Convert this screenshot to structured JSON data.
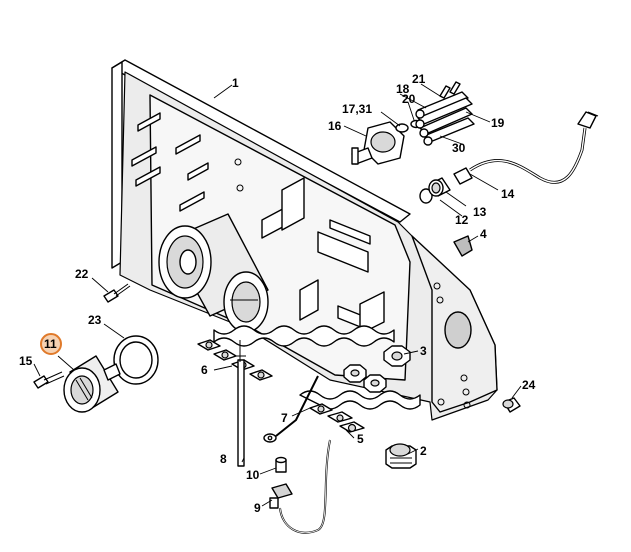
{
  "callouts": {
    "p1": "1",
    "p2": "2",
    "p3": "3",
    "p4": "4",
    "p5": "5",
    "p6": "6",
    "p7": "7",
    "p8": "8",
    "p9": "9",
    "p10": "10",
    "p11": "11",
    "p12": "12",
    "p13": "13",
    "p14": "14",
    "p15": "15",
    "p16": "16",
    "p17_31": "17,31",
    "p18": "18",
    "p19": "19",
    "p20": "20",
    "p21": "21",
    "p22": "22",
    "p23": "23",
    "p24": "24",
    "p30": "30"
  },
  "highlight": {
    "part": "11",
    "color": "#e07a2a"
  }
}
